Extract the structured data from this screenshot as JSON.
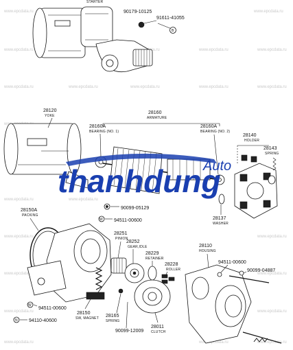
{
  "top_section": {
    "title_label": "STARTER",
    "parts": [
      {
        "number": "90179-10125",
        "marker": ""
      },
      {
        "number": "91611-41055",
        "marker": "B"
      }
    ]
  },
  "parts": [
    {
      "id": "yoke",
      "number": "28120",
      "name": "YOKE"
    },
    {
      "id": "armature",
      "number": "28160",
      "name": "ARMATURE"
    },
    {
      "id": "bearing1",
      "number": "28160A",
      "name": "BEARING (NO. 1)"
    },
    {
      "id": "bearing2",
      "number": "28160A",
      "name": "BEARING (NO. 2)"
    },
    {
      "id": "holder",
      "number": "28140",
      "name": "HOLDER"
    },
    {
      "id": "spring_top",
      "number": "28143",
      "name": "SPRING"
    },
    {
      "id": "washer",
      "number": "28137",
      "name": "WASHER"
    },
    {
      "id": "packing",
      "number": "28150A",
      "name": "PACKING"
    },
    {
      "id": "pinion",
      "number": "28251",
      "name": "PINION"
    },
    {
      "id": "gear_idle",
      "number": "28252",
      "name": "GEAR,IDLE"
    },
    {
      "id": "retainer",
      "number": "28229",
      "name": "RETAINER"
    },
    {
      "id": "roller",
      "number": "28228",
      "name": "ROLLER"
    },
    {
      "id": "housing",
      "number": "28110",
      "name": "HOUSING"
    },
    {
      "id": "spring_bottom",
      "number": "28165",
      "name": "SPRING"
    },
    {
      "id": "clutch",
      "number": "28011",
      "name": "CLUTCH"
    },
    {
      "id": "sw_magnet",
      "number": "28150",
      "name": "SW, MAGNET"
    }
  ],
  "fasteners": [
    {
      "id": "f1",
      "number": "90099-05129",
      "marker": "B"
    },
    {
      "id": "f2",
      "number": "94511-00600",
      "marker": "W"
    },
    {
      "id": "f3",
      "number": "94511-00600",
      "marker": ""
    },
    {
      "id": "f4",
      "number": "90099-04887",
      "marker": ""
    },
    {
      "id": "f5",
      "number": "94511-00600",
      "marker": "W"
    },
    {
      "id": "f6",
      "number": "94110-40600",
      "marker": "N"
    },
    {
      "id": "f7",
      "number": "90099-12009",
      "marker": ""
    }
  ],
  "brand": {
    "main": "thanhdung",
    "tag": "Auto"
  },
  "watermark": "www.epcdata.ru",
  "colors": {
    "brand_blue": "#1a3fb0",
    "watermark_gray": "#c9c9c9",
    "ink": "#111111"
  }
}
